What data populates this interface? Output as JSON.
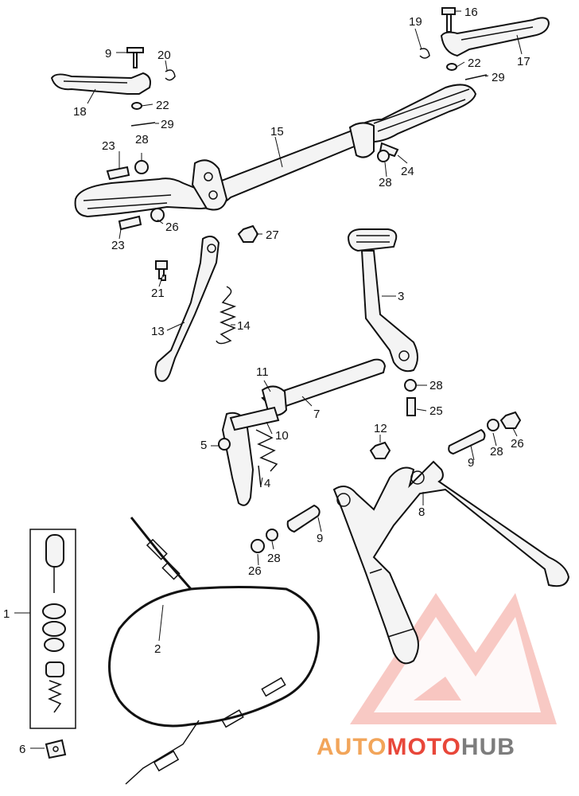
{
  "labels": {
    "l1": "1",
    "l2": "2",
    "l3": "3",
    "l4": "4",
    "l5": "5",
    "l6": "6",
    "l7": "7",
    "l8": "8",
    "l9a": "9",
    "l9b": "9",
    "l9c": "9",
    "l10": "10",
    "l11": "11",
    "l12": "12",
    "l13": "13",
    "l14": "14",
    "l15": "15",
    "l16": "16",
    "l17": "17",
    "l18": "18",
    "l19": "19",
    "l20": "20",
    "l21": "21",
    "l22a": "22",
    "l22b": "22",
    "l23a": "23",
    "l23b": "23",
    "l24": "24",
    "l25": "25",
    "l26a": "26",
    "l26b": "26",
    "l26c": "26",
    "l27": "27",
    "l28a": "28",
    "l28b": "28",
    "l28c": "28",
    "l28d": "28",
    "l29a": "29",
    "l29b": "29"
  },
  "watermark": {
    "part1": "AUTO",
    "part2": "MOTO",
    "part3": "HUB"
  },
  "colors": {
    "accent_red": "#e8473a",
    "accent_orange": "#f2a55a",
    "accent_gray": "#7d7d7d",
    "line": "#111111"
  }
}
